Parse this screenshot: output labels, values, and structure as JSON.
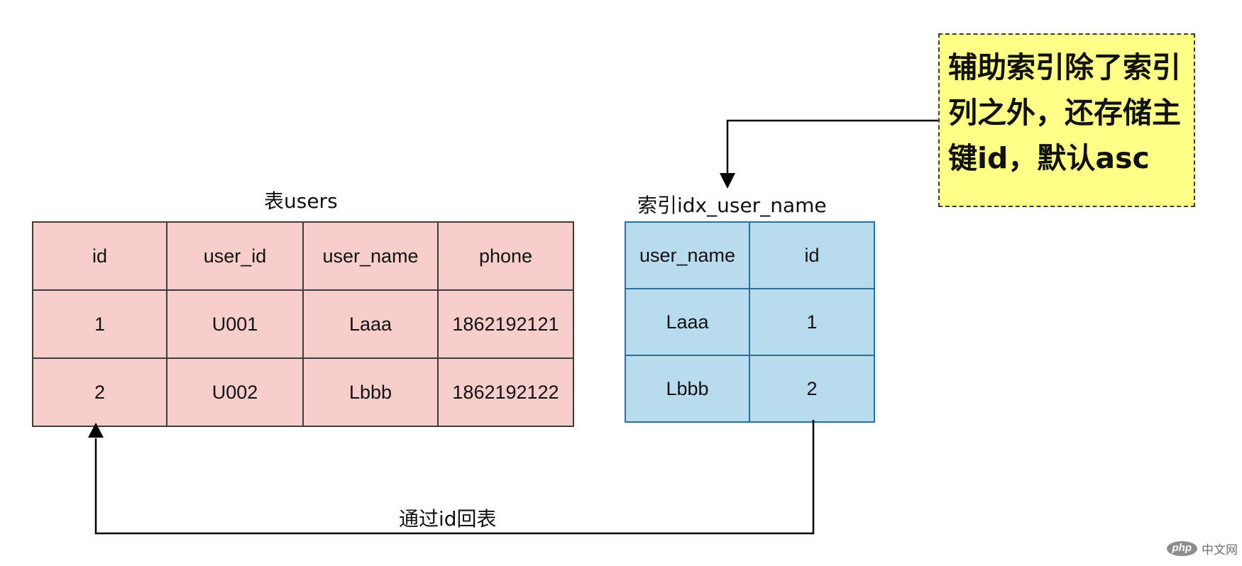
{
  "users_table": {
    "title": "表users",
    "headers": [
      "id",
      "user_id",
      "user_name",
      "phone"
    ],
    "rows": [
      [
        "1",
        "U001",
        "Laaa",
        "1862192121"
      ],
      [
        "2",
        "U002",
        "Lbbb",
        "1862192122"
      ]
    ]
  },
  "index_table": {
    "title": "索引idx_user_name",
    "headers": [
      "user_name",
      "id"
    ],
    "rows": [
      [
        "Laaa",
        "1"
      ],
      [
        "Lbbb",
        "2"
      ]
    ]
  },
  "note": {
    "text": "辅助索引除了索引列之外，还存储主键id，默认asc"
  },
  "arrow_label": "通过id回表",
  "watermark": {
    "logo": "php",
    "text": "中文网"
  },
  "colors": {
    "users_fill": "#f8cecc",
    "index_fill": "#b9dbee",
    "note_fill": "#ffff88"
  }
}
